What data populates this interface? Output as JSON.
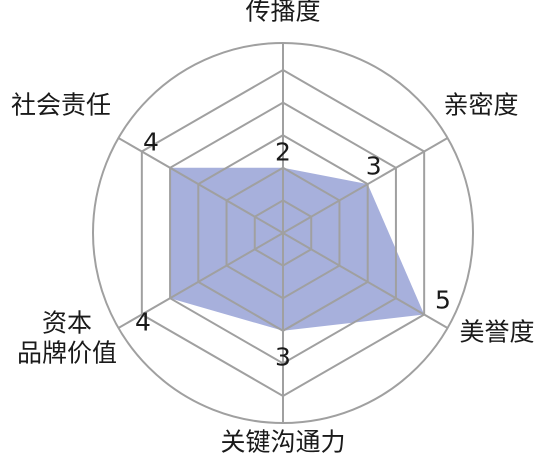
{
  "chart_data": {
    "type": "radar",
    "title": "",
    "axes": [
      {
        "lines": [
          "传播度"
        ],
        "value": 2
      },
      {
        "lines": [
          "亲密度"
        ],
        "value": 3
      },
      {
        "lines": [
          "美誉度"
        ],
        "value": 5
      },
      {
        "lines": [
          "关键沟通力"
        ],
        "value": 3
      },
      {
        "lines": [
          "资本",
          "品牌价值"
        ],
        "value": 4
      },
      {
        "lines": [
          "社会责任"
        ],
        "value": 4
      }
    ],
    "scale_max": 5,
    "rings": 5,
    "outer_circle": true,
    "colors": {
      "fill": "#a7b0dc",
      "grid": "#a0a0a0",
      "text": "#1a1a1a"
    }
  }
}
